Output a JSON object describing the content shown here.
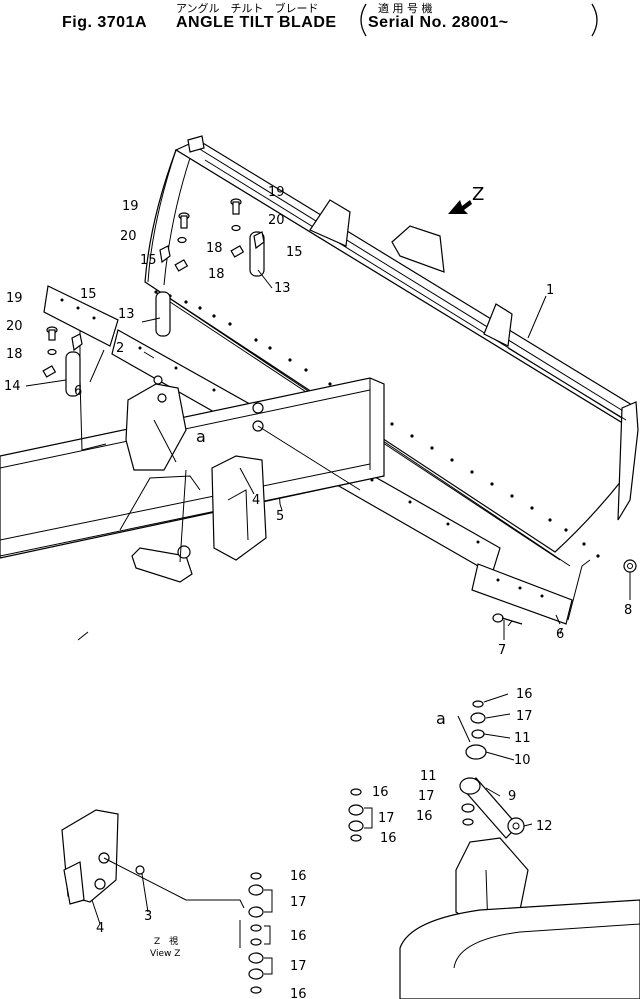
{
  "header": {
    "fig_number": "Fig. 3701A",
    "title_jp": "アングル　チルト　ブレード",
    "title_en": "ANGLE TILT BLADE",
    "serial_jp": "適 用 号 機",
    "serial_en": "Serial No. 28001~"
  },
  "view": {
    "arrow_label": "Z",
    "caption_jp": "Z　視",
    "caption_en": "View Z"
  },
  "detail_marker": "a",
  "callouts": [
    "1",
    "2",
    "3",
    "4",
    "5",
    "6",
    "7",
    "8",
    "9",
    "10",
    "11",
    "12",
    "13",
    "14",
    "15",
    "16",
    "17",
    "18",
    "19",
    "20"
  ]
}
